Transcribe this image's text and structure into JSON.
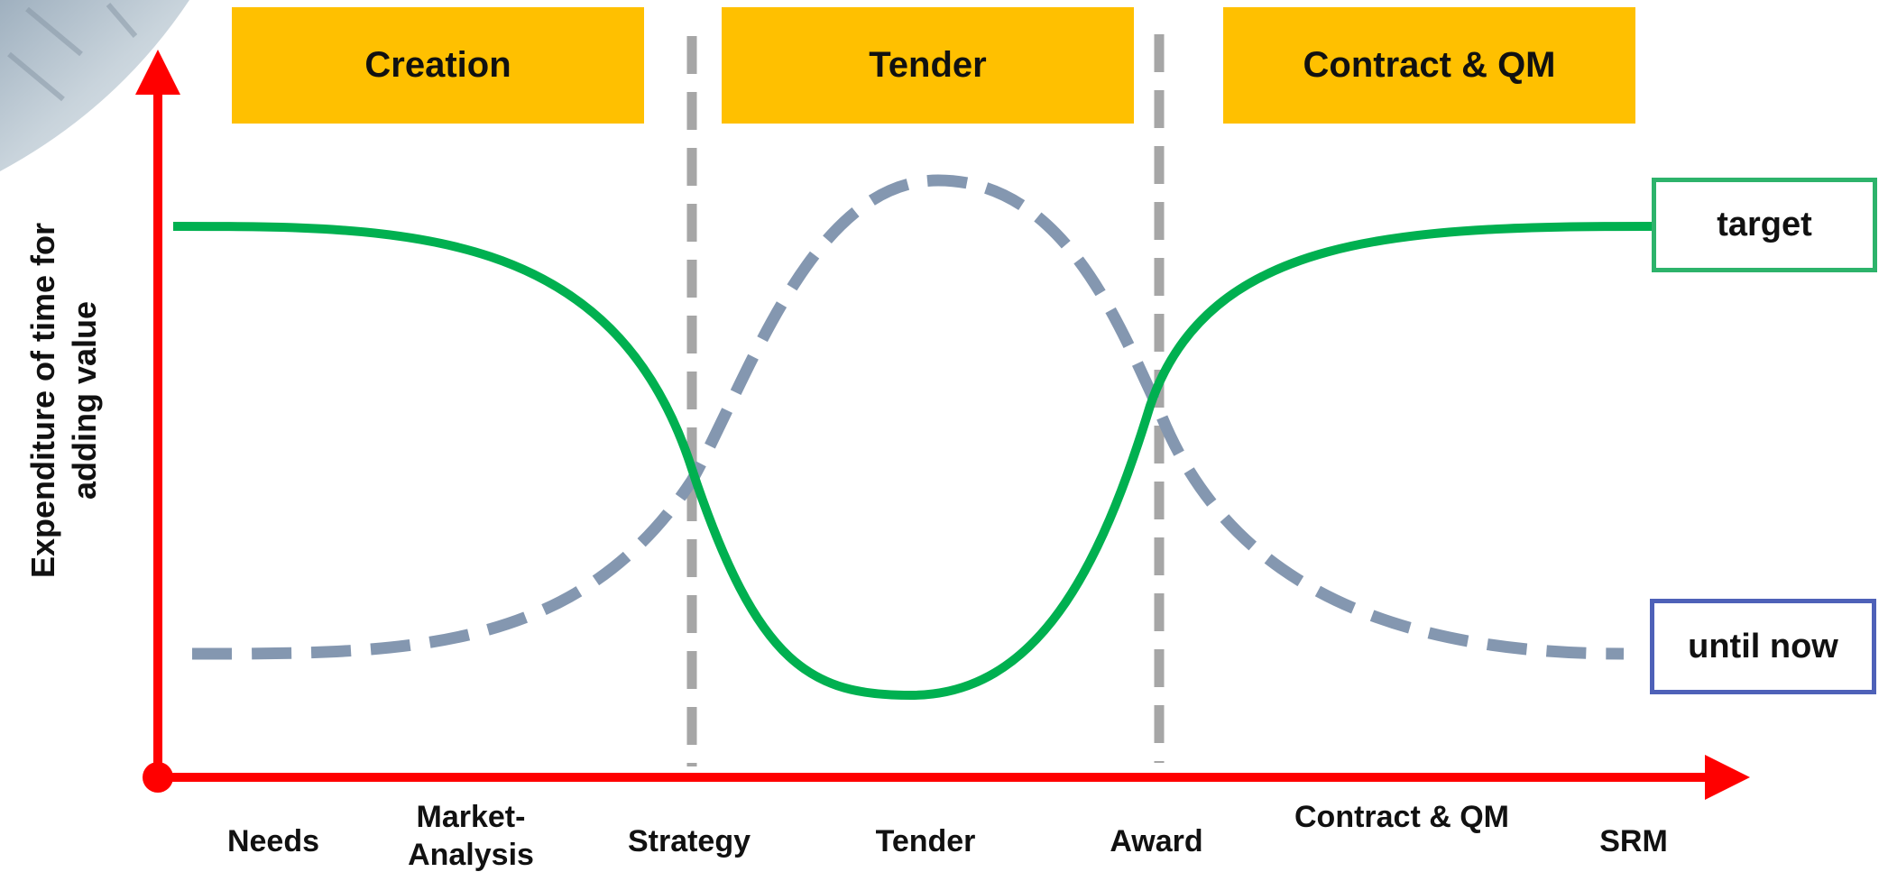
{
  "phases": {
    "creation": "Creation",
    "tender": "Tender",
    "contract": "Contract & QM"
  },
  "colors": {
    "phase_fill": "#FFC000",
    "target_line": "#00B050",
    "until_now_line": "#8497B0",
    "divider": "#A6A6A6",
    "axis": "#FF0000",
    "target_border": "#2DB36B",
    "until_now_border": "#4E61B8"
  },
  "legend": {
    "target": "target",
    "until_now": "until now"
  },
  "axis": {
    "y_label_line1": "Expenditure of time for",
    "y_label_line2": "adding value"
  },
  "x_ticks": {
    "needs": "Needs",
    "market_line1": "Market-",
    "market_line2": "Analysis",
    "strategy": "Strategy",
    "tender": "Tender",
    "award": "Award",
    "contract": "Contract & QM",
    "srm": "SRM"
  }
}
